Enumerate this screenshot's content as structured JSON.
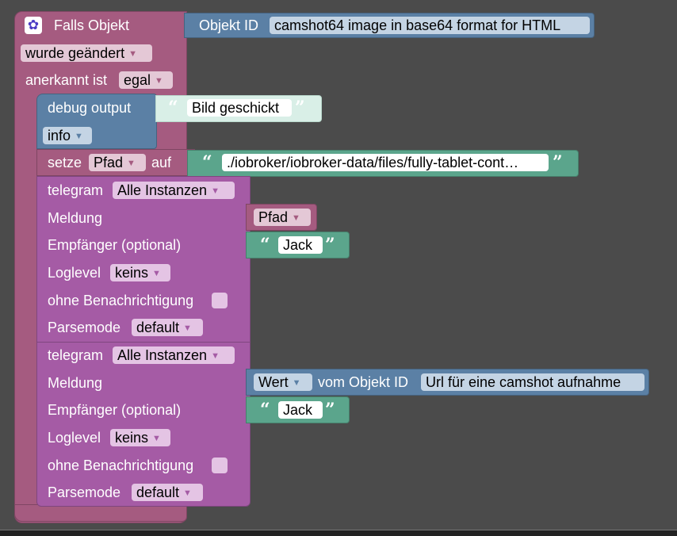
{
  "trigger": {
    "title": "Falls Objekt",
    "gear_icon": "gear-icon",
    "change_dropdown": "wurde geändert",
    "ack_label": "anerkannt ist",
    "ack_dropdown": "egal"
  },
  "object_id_block": {
    "label": "Objekt ID",
    "value": "camshot64 image in base64 format for HTML"
  },
  "debug": {
    "label": "debug output",
    "text": "Bild geschickt",
    "level": "info"
  },
  "setvar": {
    "label": "setze",
    "variable": "Pfad",
    "to_label": "auf",
    "value": "./iobroker/iobroker-data/files/fully-tablet-cont…"
  },
  "telegram1": {
    "label": "telegram",
    "instance": "Alle Instanzen",
    "message_label": "Meldung",
    "message_var": "Pfad",
    "recipient_label": "Empfänger (optional)",
    "recipient": "Jack",
    "loglevel_label": "Loglevel",
    "loglevel": "keins",
    "silent_label": "ohne Benachrichtigung",
    "parsemode_label": "Parsemode",
    "parsemode": "default"
  },
  "telegram2": {
    "label": "telegram",
    "instance": "Alle Instanzen",
    "message_label": "Meldung",
    "getvalue_dropdown": "Wert",
    "getvalue_label": "vom Objekt ID",
    "getvalue_object": "Url für eine camshot aufnahme",
    "recipient_label": "Empfänger (optional)",
    "recipient": "Jack",
    "loglevel_label": "Loglevel",
    "loglevel": "keins",
    "silent_label": "ohne Benachrichtigung",
    "parsemode_label": "Parsemode",
    "parsemode": "default"
  },
  "colors": {
    "workspace": "#4b4b4b",
    "trigger_block": "#a55b80",
    "blue_block": "#5b80a5",
    "telegram_block": "#a55ba5",
    "text_block": "#5ba58c"
  }
}
